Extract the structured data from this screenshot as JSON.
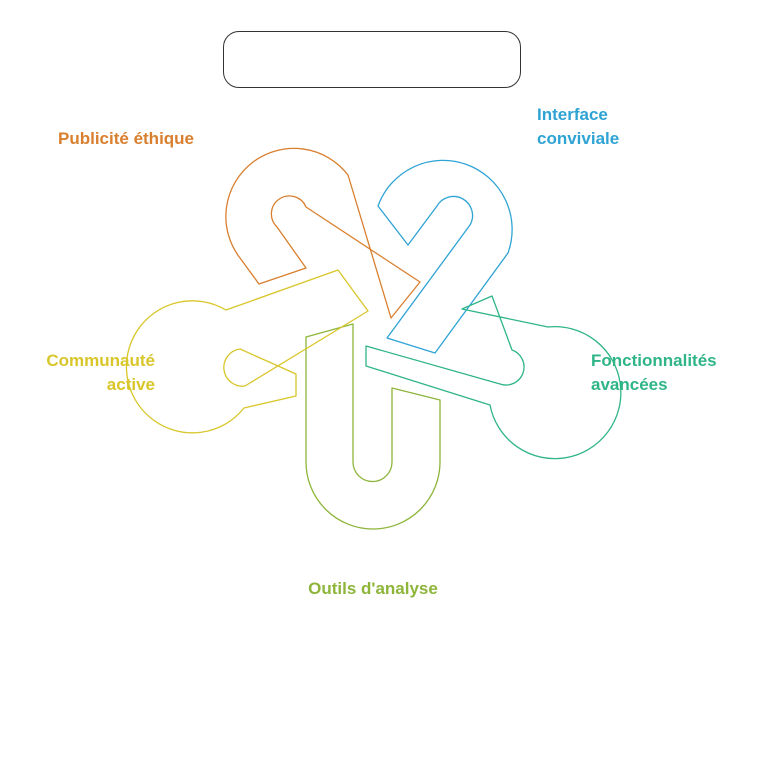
{
  "title": "",
  "colors": {
    "orange": "#D97F2E",
    "blue": "#2EA3D4",
    "green": "#2FB586",
    "olive": "#8DB53A",
    "yellow": "#D9C62A",
    "frame": "#333333"
  },
  "segments": [
    {
      "id": "publicite",
      "label": "Publicité éthique",
      "color": "#D97F2E"
    },
    {
      "id": "interface",
      "label": "Interface conviviale",
      "label_lines": [
        "Interface",
        "conviviale"
      ],
      "color": "#2EA3D4"
    },
    {
      "id": "fonctionnalites",
      "label": "Fonctionnalités avancées",
      "label_lines": [
        "Fonctionnalités",
        "avancées"
      ],
      "color": "#2FB586"
    },
    {
      "id": "outils",
      "label": "Outils d'analyse",
      "color": "#8DB53A"
    },
    {
      "id": "communaute",
      "label": "Communauté active",
      "label_lines": [
        "Communauté",
        "active"
      ],
      "color": "#D9C62A"
    }
  ]
}
